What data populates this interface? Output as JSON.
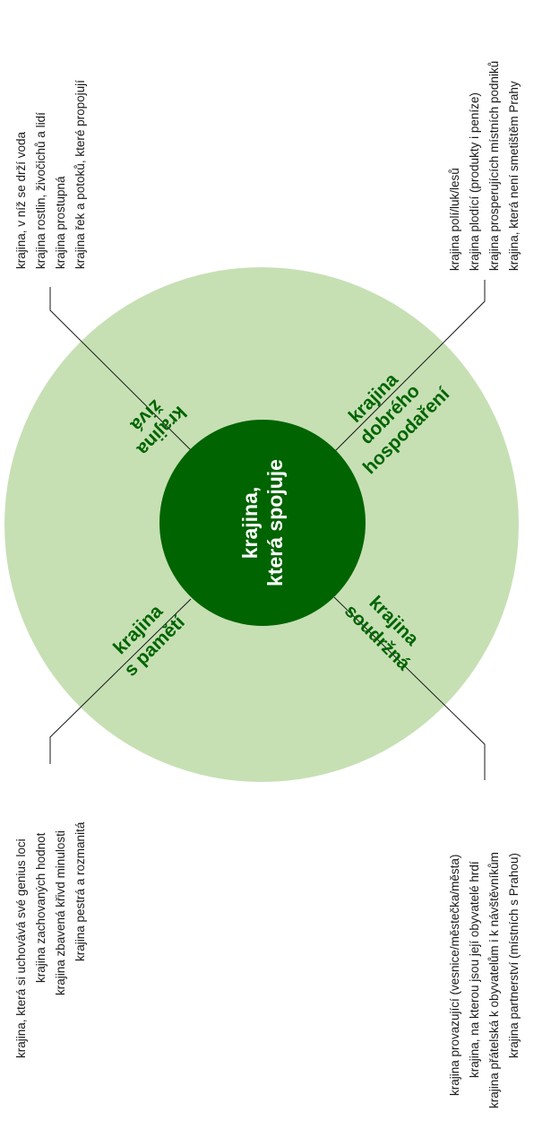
{
  "colors": {
    "outer_circle": "#c6e0b4",
    "inner_circle": "#006400",
    "sector_text": "#006400",
    "connector": "#1a1a1a",
    "note_text": "#1a1a1a"
  },
  "center": {
    "lines": [
      "krajina,",
      "která spojuje"
    ]
  },
  "sectors": {
    "ziva": {
      "label_lines": [
        "krajina",
        "živá"
      ],
      "notes": [
        "krajina, v níž se drží voda",
        "krajina rostlin, živočichů a lidí",
        "krajina prostupná",
        "krajina řek a potoků, které propojují"
      ]
    },
    "hospodareni": {
      "label_lines": [
        "krajina",
        "dobrého",
        "hospodaření"
      ],
      "notes": [
        "krajina polí/luk/lesů",
        "krajina plodící (produkty i peníze)",
        "krajina prosperujících místních podniků",
        "krajina, která není smetištěm Prahy"
      ]
    },
    "pamet": {
      "label_lines": [
        "krajina",
        "s pamětí"
      ],
      "notes": [
        "krajina, která si uchovává své genius loci",
        "krajina zachovaných hodnot",
        "krajina zbavená křivd minulosti",
        "krajina pestrá a rozmanitá"
      ]
    },
    "soudrzna": {
      "label_lines": [
        "krajina",
        "soudržná"
      ],
      "notes": [
        "krajina provazující (vesnice/městečka/města)",
        "krajina, na kterou jsou její obyvatelé hrdí",
        "krajina přátelská k obyvatelům i k návštěvníkům",
        "krajina partnerství (místních s Prahou)"
      ]
    }
  }
}
